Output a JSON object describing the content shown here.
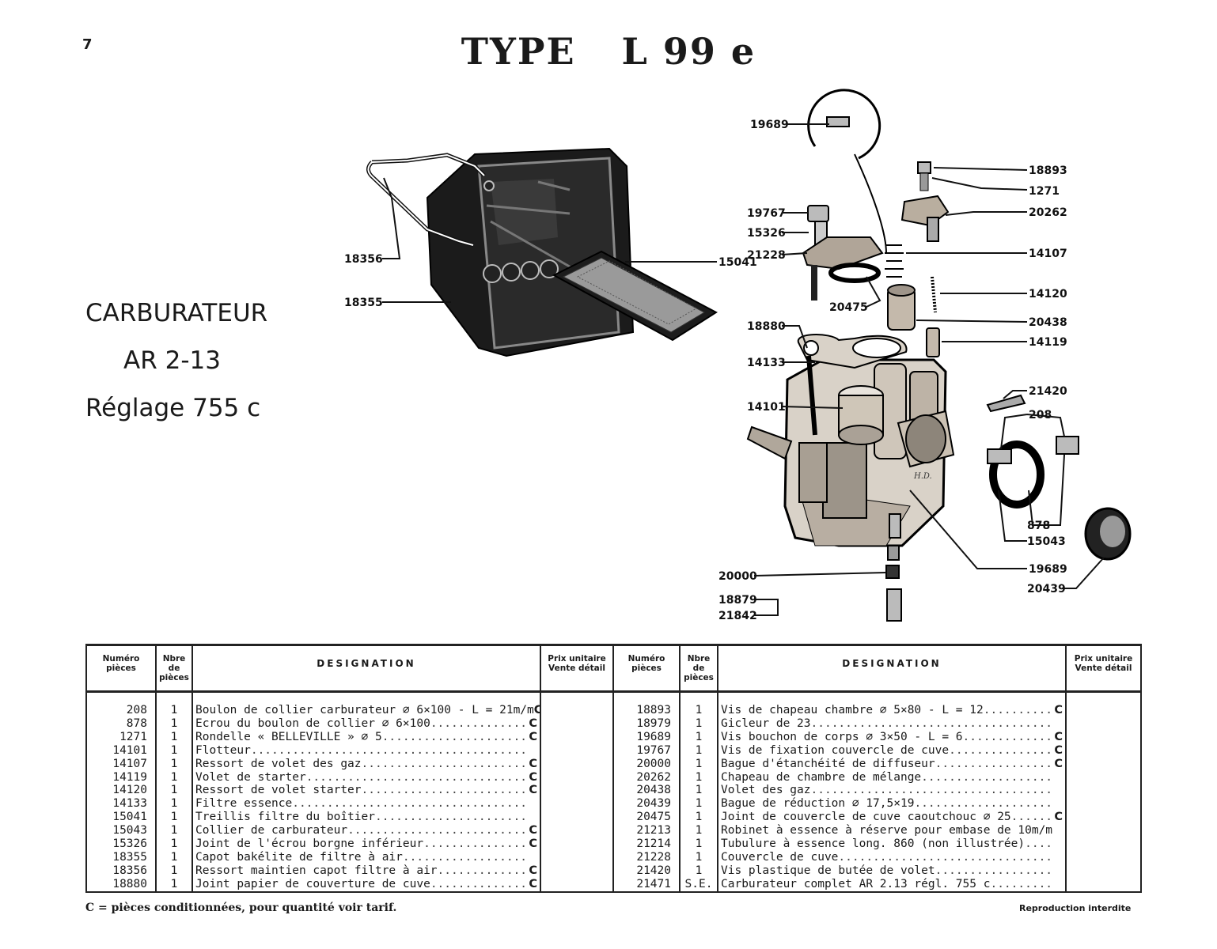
{
  "header": {
    "page_number": "7",
    "title_part1": "TYPE",
    "title_part2": "L 99 e"
  },
  "left_block": {
    "line1": "CARBURATEUR",
    "line2": "AR  2-13",
    "line3": "Réglage  755 c"
  },
  "callouts": {
    "c18356": "18356",
    "c18355": "18355",
    "c15041": "15041",
    "c19689a": "19689",
    "c18893": "18893",
    "c1271": "1271",
    "c20262": "20262",
    "c19767": "19767",
    "c15326": "15326",
    "c21228": "21228",
    "c14107": "14107",
    "c20475": "20475",
    "c14120": "14120",
    "c20438": "20438",
    "c18880": "18880",
    "c14119": "14119",
    "c14133": "14133",
    "c21420": "21420",
    "c14101": "14101",
    "c208": "208",
    "c878": "878",
    "c15043": "15043",
    "c19689b": "19689",
    "c20000": "20000",
    "c20439": "20439",
    "c18879": "18879",
    "c21842": "21842",
    "hd": "H.D."
  },
  "table": {
    "headers": {
      "num": "Numéro pièces",
      "qty": "Nbre de pièces",
      "des": "DESIGNATION",
      "price": "Prix unitaire Vente détail"
    },
    "left_rows": [
      {
        "num": "208",
        "qty": "1",
        "des": "Boulon de collier carburateur ⌀ 6×100 - L = 21m/m",
        "c": "C"
      },
      {
        "num": "878",
        "qty": "1",
        "des": "Ecrou du boulon de collier ⌀ 6×100",
        "c": "C"
      },
      {
        "num": "1271",
        "qty": "1",
        "des": "Rondelle « BELLEVILLE » ⌀ 5",
        "c": "C"
      },
      {
        "num": "14101",
        "qty": "1",
        "des": "Flotteur",
        "c": ""
      },
      {
        "num": "14107",
        "qty": "1",
        "des": "Ressort de volet des gaz",
        "c": "C"
      },
      {
        "num": "14119",
        "qty": "1",
        "des": "Volet de starter",
        "c": "C"
      },
      {
        "num": "14120",
        "qty": "1",
        "des": "Ressort de volet starter",
        "c": "C"
      },
      {
        "num": "14133",
        "qty": "1",
        "des": "Filtre essence",
        "c": ""
      },
      {
        "num": "15041",
        "qty": "1",
        "des": "Treillis filtre du boîtier",
        "c": ""
      },
      {
        "num": "15043",
        "qty": "1",
        "des": "Collier de carburateur",
        "c": "C"
      },
      {
        "num": "15326",
        "qty": "1",
        "des": "Joint de l'écrou borgne inférieur",
        "c": "C"
      },
      {
        "num": "18355",
        "qty": "1",
        "des": "Capot bakélite de filtre à air",
        "c": ""
      },
      {
        "num": "18356",
        "qty": "1",
        "des": "Ressort maintien capot filtre à air",
        "c": "C"
      },
      {
        "num": "18880",
        "qty": "1",
        "des": "Joint papier de couverture de cuve",
        "c": "C"
      }
    ],
    "right_rows": [
      {
        "num": "18893",
        "qty": "1",
        "des": "Vis de chapeau chambre ⌀ 5×80 - L = 12",
        "c": "C"
      },
      {
        "num": "18979",
        "qty": "1",
        "des": "Gicleur de 23",
        "c": ""
      },
      {
        "num": "19689",
        "qty": "1",
        "des": "Vis bouchon de corps ⌀ 3×50 - L = 6",
        "c": "C"
      },
      {
        "num": "19767",
        "qty": "1",
        "des": "Vis de fixation couvercle de cuve",
        "c": "C"
      },
      {
        "num": "20000",
        "qty": "1",
        "des": "Bague d'étanchéité de diffuseur",
        "c": "C"
      },
      {
        "num": "20262",
        "qty": "1",
        "des": "Chapeau de chambre de mélange",
        "c": ""
      },
      {
        "num": "20438",
        "qty": "1",
        "des": "Volet des gaz",
        "c": ""
      },
      {
        "num": "20439",
        "qty": "1",
        "des": "Bague de réduction ⌀ 17,5×19",
        "c": ""
      },
      {
        "num": "20475",
        "qty": "1",
        "des": "Joint de couvercle de cuve caoutchouc ⌀ 25",
        "c": "C"
      },
      {
        "num": "21213",
        "qty": "1",
        "des": "Robinet à essence à réserve pour embase de 10m/m",
        "c": ""
      },
      {
        "num": "21214",
        "qty": "1",
        "des": "Tubulure à essence long. 860 (non illustrée)",
        "c": ""
      },
      {
        "num": "21228",
        "qty": "1",
        "des": "Couvercle de cuve",
        "c": ""
      },
      {
        "num": "21420",
        "qty": "1",
        "des": "Vis plastique de butée de volet",
        "c": ""
      },
      {
        "num": "21471",
        "qty": "S.E.",
        "des": "Carburateur complet AR 2.13 régl. 755 c",
        "c": ""
      }
    ]
  },
  "footer": {
    "note": "C = pièces conditionnées, pour quantité voir tarif.",
    "rights": "Reproduction interdite"
  }
}
